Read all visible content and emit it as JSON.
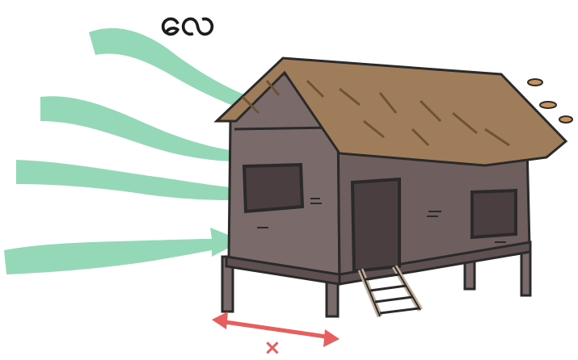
{
  "labels": {
    "wind": "လေ",
    "dimension": "×"
  },
  "colors": {
    "wind_arrow": "#94d8b8",
    "dimension_arrow": "#e85d5d",
    "wall": "#7a6a6a",
    "wall_dark": "#5e5050",
    "roof": "#a07d5a",
    "roof_dark": "#6e5236",
    "window": "#4a3e40",
    "outline": "#2a2a2a",
    "ladder": "#bfae9a"
  },
  "icons": {
    "wind": "wind-arrow",
    "dimension": "double-headed-arrow"
  }
}
